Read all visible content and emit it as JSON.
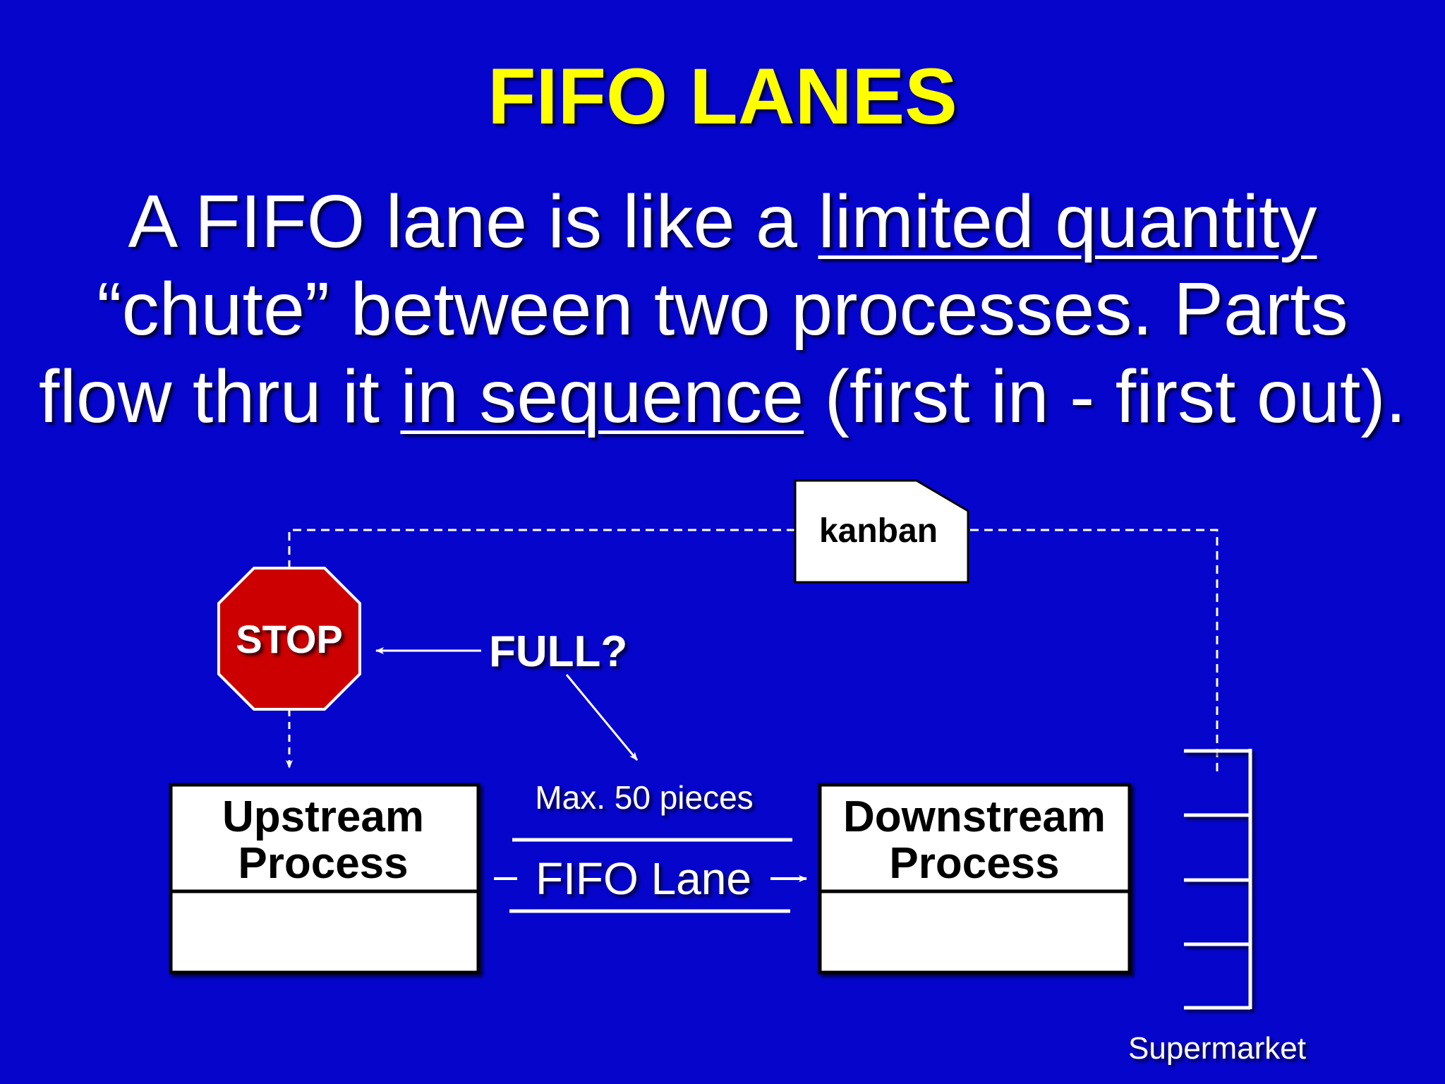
{
  "slide": {
    "title": "FIFO LANES",
    "body": {
      "line1_pre": "A FIFO lane is like a ",
      "line1_u": "limited quantity",
      "line2": "“chute” between two processes.  Parts",
      "line3_pre": "flow thru it ",
      "line3_u": "in sequence",
      "line3_post": " (first in - first out)."
    }
  },
  "diagram": {
    "kanban_label": "kanban",
    "stop_label": "STOP",
    "full_label": "FULL?",
    "upstream": {
      "line1": "Upstream",
      "line2": "Process"
    },
    "downstream": {
      "line1": "Downstream",
      "line2": "Process"
    },
    "max_label": "Max. 50 pieces",
    "fifo_lane_label": "FIFO Lane",
    "supermarket_label": "Supermarket"
  },
  "colors": {
    "background": "#0505cc",
    "title": "#ffff00",
    "text": "#ffffff",
    "stop_sign": "#cc0000"
  }
}
